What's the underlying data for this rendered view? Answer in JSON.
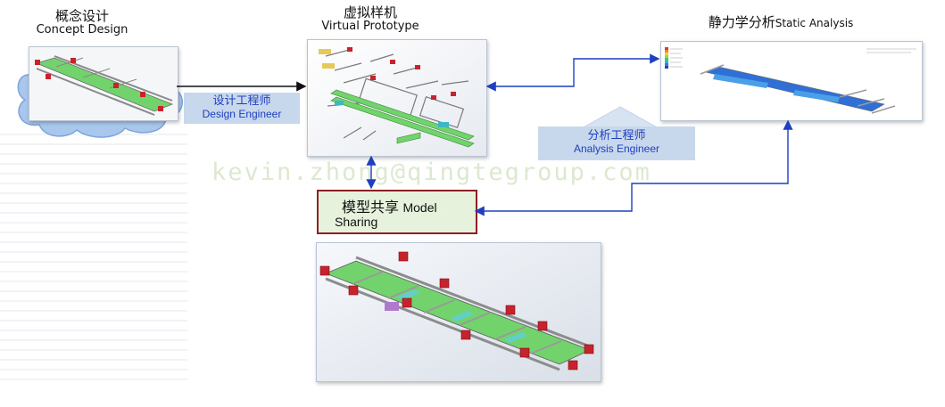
{
  "concept": {
    "title_cn": "概念设计",
    "title_en": "Concept Design"
  },
  "virtual": {
    "title_cn": "虚拟样机",
    "title_en": "Virtual Prototype"
  },
  "static": {
    "title_cn": "静力学分析",
    "title_en": "Static Analysis"
  },
  "design_engineer": {
    "cn": "设计工程师",
    "en": "Design Engineer"
  },
  "analysis_engineer": {
    "cn": "分析工程师",
    "en": "Analysis Engineer"
  },
  "model_sharing": {
    "cn": "模型共享",
    "en_1": "Model",
    "en_2": "Sharing"
  },
  "watermark": "kevin.zhong@qingtegroup.com",
  "colors": {
    "arrow_blue": "#1f3fbf",
    "role_fill": "#c7d7ec",
    "frame_green": "#72d26c",
    "accent_red": "#c8232c",
    "cloud_blue": "#a9c6ec"
  }
}
